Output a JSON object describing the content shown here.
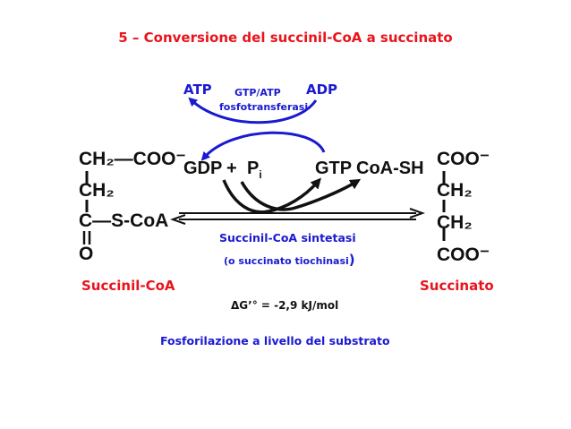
{
  "title": "5 – Conversione del succinil-CoA a succinato",
  "cofactors": {
    "atp": "ATP",
    "adp": "ADP",
    "enzyme_line1": "GTP/ATP",
    "enzyme_line2": "fosfotransferasi"
  },
  "reaction": {
    "gdp": "GDP",
    "plus": "+",
    "pi": "P",
    "pi_sub": "i",
    "gtp": "GTP",
    "coash": "CoA-SH"
  },
  "substrate": {
    "row1": "CH₂—COO⁻",
    "row2": "CH₂",
    "row3": "C—S-CoA",
    "row4": "O",
    "name": "Succinil-CoA"
  },
  "product": {
    "row1": "COO⁻",
    "row2": "CH₂",
    "row3": "CH₂",
    "row4": "COO⁻",
    "name": "Succinato"
  },
  "enzyme": {
    "name": "Succinil-CoA sintetasi",
    "alt_open": "(o succinato tiochinasi",
    "alt_close": ")"
  },
  "energy": "ΔG’° = -2,9 kJ/mol",
  "footer": "Fosforilazione a livello del substrato",
  "colors": {
    "title": "#e8141c",
    "blue_text": "#1a1ad1",
    "red_text": "#e8141c",
    "arrow_blue": "#1a1ad1",
    "arrow_black": "#111111"
  }
}
